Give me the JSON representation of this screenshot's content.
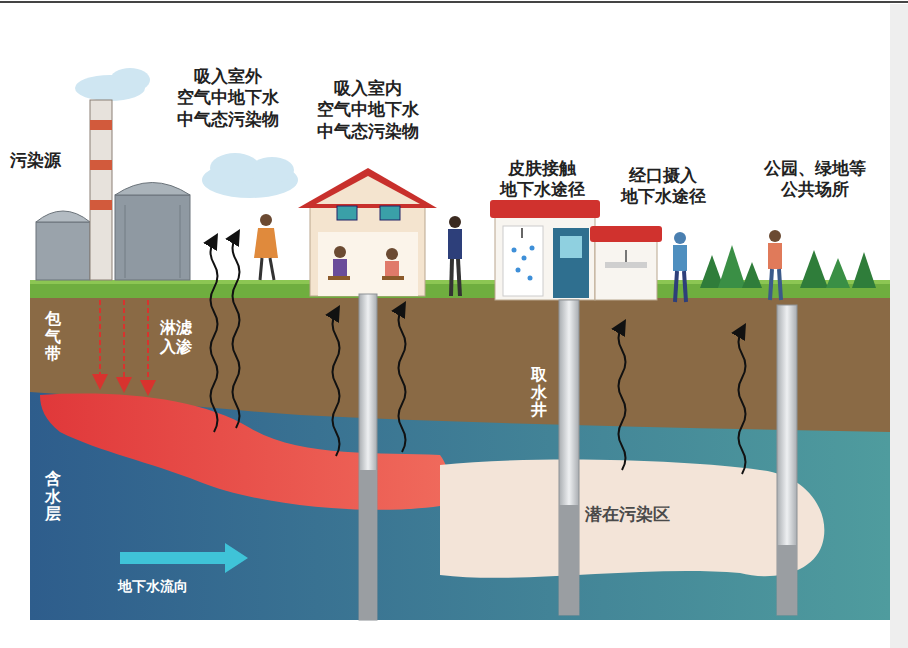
{
  "diagram": {
    "nodes": [
      {
        "text": [
          "潜在污染区"
        ]
      }
    ],
    "labels": [
      "污染源",
      "吸入室外 空气中地下水 中气态污染物",
      "吸入室内 空气中地下水 中气态污染物",
      "皮肤接触 地下水途径",
      "经口摄入 地下水途径",
      "公园、绿地等 公共场所",
      "包气带",
      "淋滤入渗",
      "取水井",
      "含水层",
      "地下水流向"
    ]
  }
}
